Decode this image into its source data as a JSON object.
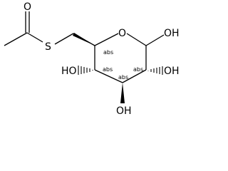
{
  "molecule": {
    "atoms": {
      "carbonyl_o": "O",
      "thio_s": "S",
      "ring_o": "O",
      "anomeric_oh": "OH",
      "c2_oh": "OH",
      "c3_oh": "OH",
      "c4_oh": "HO"
    },
    "stereo": {
      "c5": "abs",
      "c4": "abs",
      "c3": "abs",
      "c2": "abs"
    }
  }
}
